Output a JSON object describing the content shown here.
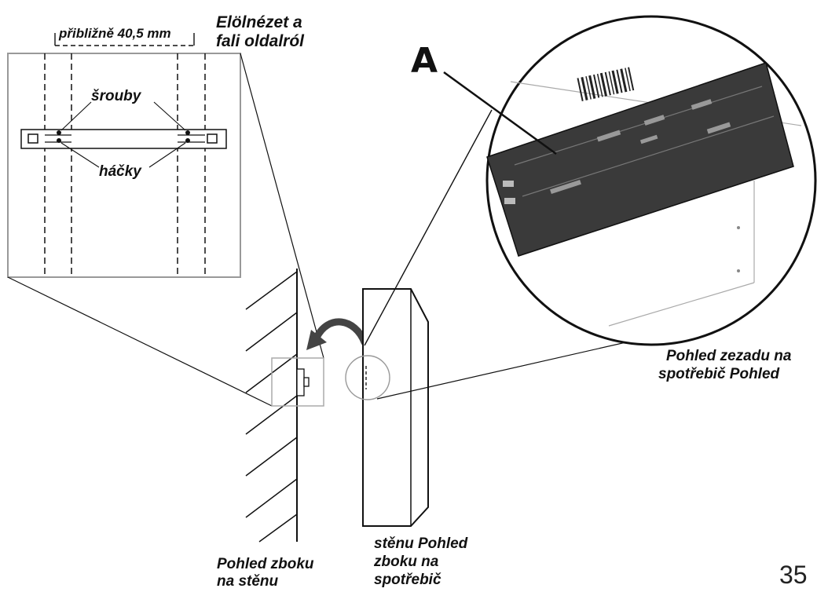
{
  "labels": {
    "measurement": "přibližně 40,5 mm",
    "front_view_title_1": "Elölnézet a",
    "front_view_title_2": "fali oldalról",
    "screws": "šrouby",
    "hooks": "háčky",
    "marker": "A",
    "rear_view_1": "Pohled zezadu na",
    "rear_view_2": "spotřebič Pohled",
    "side_view_wall_1": "Pohled zboku",
    "side_view_wall_2": "na stěnu",
    "side_view_appliance_1": "stěnu Pohled",
    "side_view_appliance_2": "zboku na",
    "side_view_appliance_3": "spotřebič",
    "page_number": "35"
  },
  "colors": {
    "line": "#111111",
    "panel_border": "#999999",
    "plate_fill": "#3a3a3a",
    "detail": "#bbbbbb"
  },
  "icons": [
    "curved-arrow-icon",
    "barcode-icon"
  ]
}
